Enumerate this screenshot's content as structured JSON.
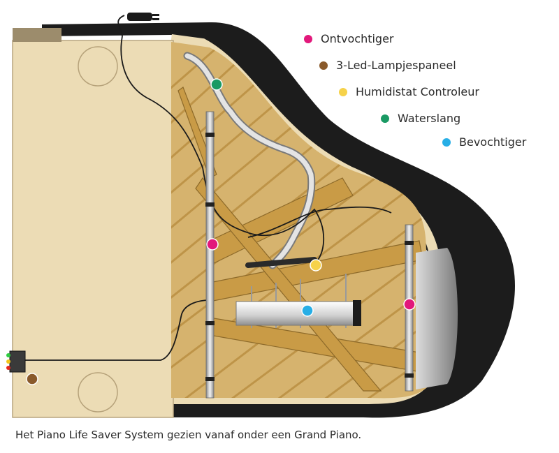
{
  "legend": {
    "items": [
      {
        "label": "Ontvochtiger",
        "color": "#e2187b",
        "icon": "magenta-dot"
      },
      {
        "label": "3-Led-Lampjespaneel",
        "color": "#8a5a2b",
        "icon": "brown-dot"
      },
      {
        "label": "Humidistat Controleur",
        "color": "#f6d24a",
        "icon": "yellow-dot"
      },
      {
        "label": "Waterslang",
        "color": "#1a9a64",
        "icon": "green-dot"
      },
      {
        "label": "Bevochtiger",
        "color": "#27aee6",
        "icon": "blue-dot"
      }
    ]
  },
  "caption": "Het Piano Life Saver System gezien vanaf onder een Grand Piano.",
  "colors": {
    "piano_rim": "#1c1c1c",
    "piano_body": "#ecdcb5",
    "soundboard": "#d6b36e",
    "braces": "#c99b46"
  }
}
